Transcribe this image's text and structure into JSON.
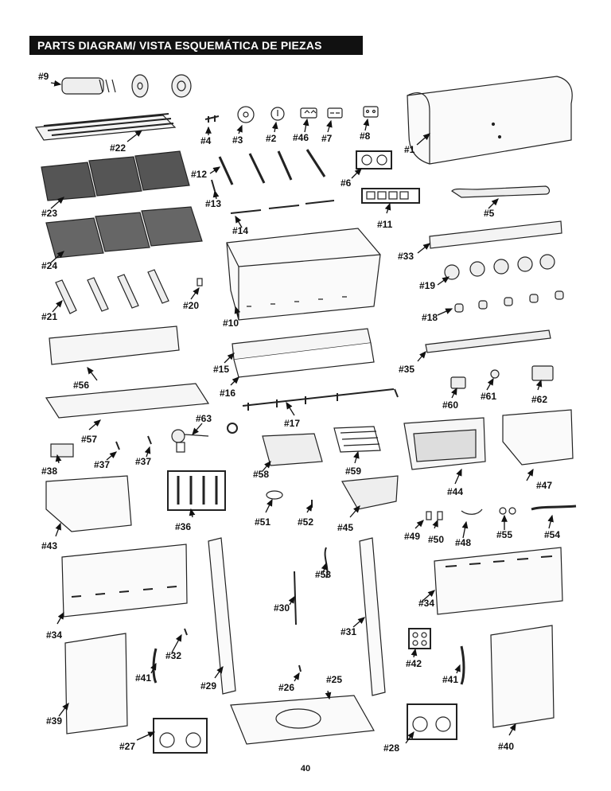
{
  "title": "PARTS DIAGRAM/ VISTA ESQUEMÁTICA DE PIEZAS",
  "page_number": "40",
  "labels": {
    "p1": "#1",
    "p2": "#2",
    "p3": "#3",
    "p4": "#4",
    "p5": "#5",
    "p6": "#6",
    "p7": "#7",
    "p8": "#8",
    "p9": "#9",
    "p10": "#10",
    "p11": "#11",
    "p12": "#12",
    "p13": "#13",
    "p14": "#14",
    "p15": "#15",
    "p16": "#16",
    "p17": "#17",
    "p18": "#18",
    "p19": "#19",
    "p20": "#20",
    "p21": "#21",
    "p22": "#22",
    "p23": "#23",
    "p24": "#24",
    "p25": "#25",
    "p26": "#26",
    "p27": "#27",
    "p28": "#28",
    "p29": "#29",
    "p30": "#30",
    "p31": "#31",
    "p32": "#32",
    "p33": "#33",
    "p34a": "#34",
    "p34b": "#34",
    "p35": "#35",
    "p36": "#36",
    "p37a": "#37",
    "p37b": "#37",
    "p38": "#38",
    "p39": "#39",
    "p40": "#40",
    "p41a": "#41",
    "p41b": "#41",
    "p42": "#42",
    "p43": "#43",
    "p44": "#44",
    "p45": "#45",
    "p46": "#46",
    "p47": "#47",
    "p48": "#48",
    "p49": "#49",
    "p50": "#50",
    "p51": "#51",
    "p52": "#52",
    "p53": "#53",
    "p54": "#54",
    "p55": "#55",
    "p56": "#56",
    "p57": "#57",
    "p58": "#58",
    "p59": "#59",
    "p60": "#60",
    "p61": "#61",
    "p62": "#62",
    "p63": "#63"
  }
}
